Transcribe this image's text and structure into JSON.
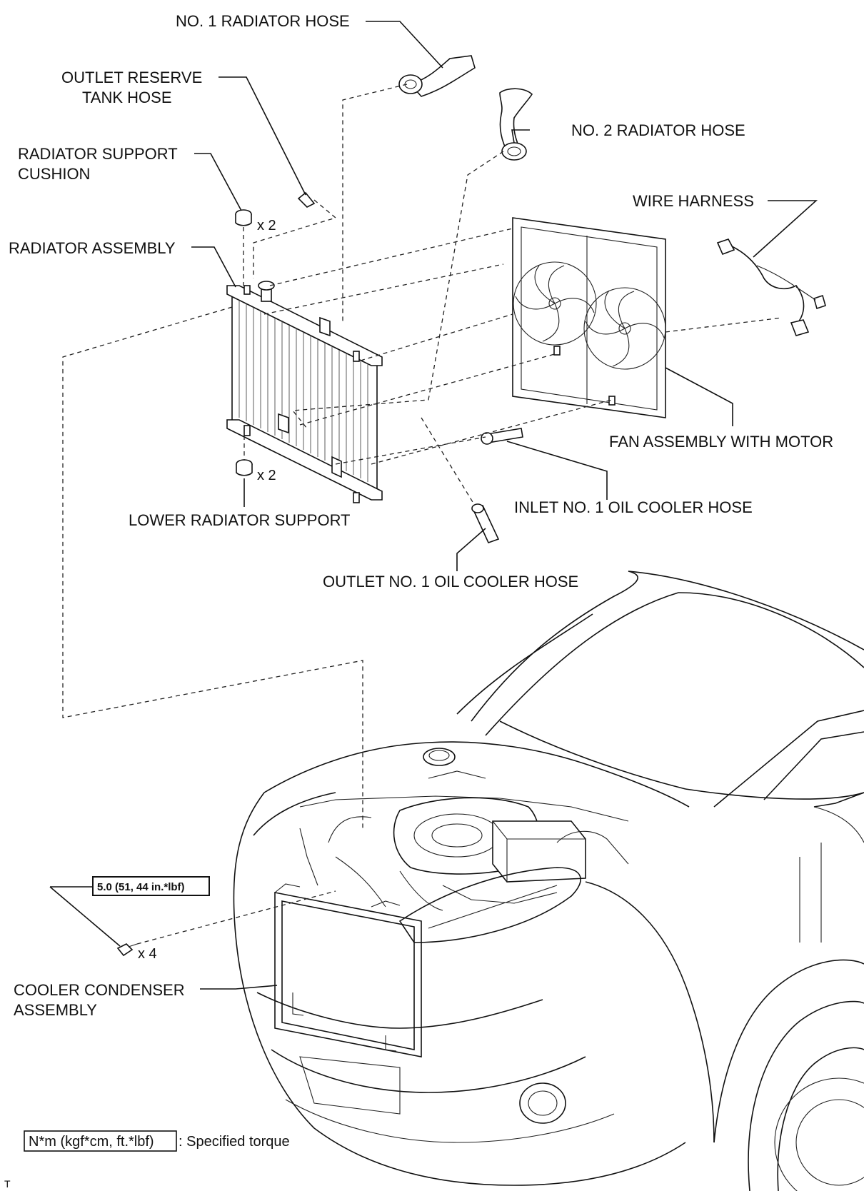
{
  "labels": {
    "no1_radiator_hose": "NO. 1 RADIATOR HOSE",
    "outlet_reserve_tank_hose_l1": "OUTLET RESERVE",
    "outlet_reserve_tank_hose_l2": "TANK HOSE",
    "no2_radiator_hose": "NO. 2 RADIATOR HOSE",
    "radiator_support_cushion_l1": "RADIATOR SUPPORT",
    "radiator_support_cushion_l2": "CUSHION",
    "wire_harness": "WIRE HARNESS",
    "radiator_assembly": "RADIATOR ASSEMBLY",
    "fan_assembly_with_motor": "FAN ASSEMBLY WITH MOTOR",
    "inlet_no1_oil_cooler_hose": "INLET NO. 1 OIL COOLER HOSE",
    "lower_radiator_support": "LOWER RADIATOR SUPPORT",
    "outlet_no1_oil_cooler_hose": "OUTLET NO. 1 OIL COOLER HOSE",
    "cooler_condenser_assembly_l1": "COOLER CONDENSER",
    "cooler_condenser_assembly_l2": "ASSEMBLY"
  },
  "quantities": {
    "cushion_qty": "x 2",
    "lower_support_qty": "x 2",
    "bolt_qty": "x 4"
  },
  "torque": {
    "bolt_spec": "5.0 (51, 44 in.*lbf)"
  },
  "legend": {
    "unit_box": "N*m (kgf*cm, ft.*lbf)",
    "description": ": Specified torque"
  },
  "corner_mark": "T"
}
